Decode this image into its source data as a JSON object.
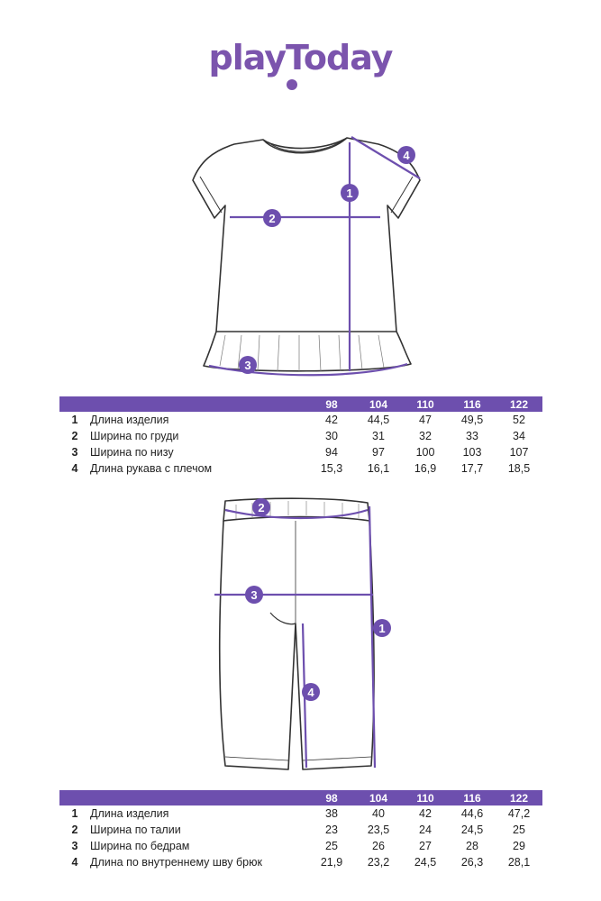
{
  "brand": {
    "logo_text": "playToday",
    "color": "#7b54ad"
  },
  "colors": {
    "accent": "#6d4fae",
    "line": "#333333"
  },
  "top": {
    "markers": [
      "1",
      "2",
      "3",
      "4"
    ],
    "table": {
      "sizes": [
        "98",
        "104",
        "110",
        "116",
        "122"
      ],
      "rows": [
        {
          "num": "1",
          "label": "Длина изделия",
          "values": [
            "42",
            "44,5",
            "47",
            "49,5",
            "52"
          ]
        },
        {
          "num": "2",
          "label": "Ширина по груди",
          "values": [
            "30",
            "31",
            "32",
            "33",
            "34"
          ]
        },
        {
          "num": "3",
          "label": "Ширина по низу",
          "values": [
            "94",
            "97",
            "100",
            "103",
            "107"
          ]
        },
        {
          "num": "4",
          "label": "Длина рукава с плечом",
          "values": [
            "15,3",
            "16,1",
            "16,9",
            "17,7",
            "18,5"
          ]
        }
      ]
    }
  },
  "bottom": {
    "markers": [
      "1",
      "2",
      "3",
      "4"
    ],
    "table": {
      "sizes": [
        "98",
        "104",
        "110",
        "116",
        "122"
      ],
      "rows": [
        {
          "num": "1",
          "label": "Длина изделия",
          "values": [
            "38",
            "40",
            "42",
            "44,6",
            "47,2"
          ]
        },
        {
          "num": "2",
          "label": "Ширина по талии",
          "values": [
            "23",
            "23,5",
            "24",
            "24,5",
            "25"
          ]
        },
        {
          "num": "3",
          "label": "Ширина по бедрам",
          "values": [
            "25",
            "26",
            "27",
            "28",
            "29"
          ]
        },
        {
          "num": "4",
          "label": "Длина по внутреннему шву брюк",
          "values": [
            "21,9",
            "23,2",
            "24,5",
            "26,3",
            "28,1"
          ]
        }
      ]
    }
  }
}
